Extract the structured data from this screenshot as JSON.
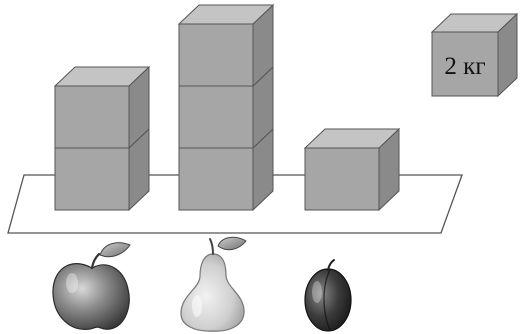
{
  "weight_box": {
    "label": "2 кг"
  },
  "stacks": [
    {
      "fruit": "apple",
      "cubes": 2
    },
    {
      "fruit": "pear",
      "cubes": 3
    },
    {
      "fruit": "plum",
      "cubes": 1
    }
  ],
  "colors": {
    "cube_front": "#a6a6a6",
    "cube_top": "#c4c4c4",
    "cube_side": "#8a8a8a",
    "edge": "#555555",
    "platform": "#ffffff"
  }
}
